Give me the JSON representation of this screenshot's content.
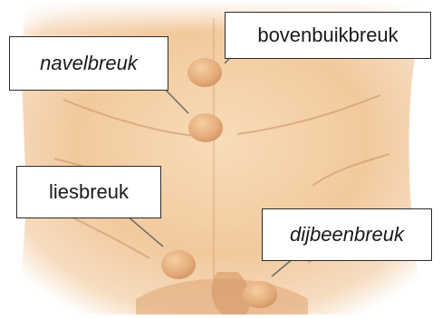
{
  "labels": {
    "upper_abdominal": "bovenbuikbreuk",
    "umbilical": "navelbreuk",
    "inguinal": "liesbreuk",
    "femoral": "dijbeenbreuk"
  },
  "colors": {
    "skin_light": "#f7d9b4",
    "skin_mid": "#eab98a",
    "skin_shadow": "#d9a072",
    "hernia_bulge": "#e9b27f",
    "leader_line": "#6b6b6b",
    "label_border": "#2b2b2b"
  }
}
